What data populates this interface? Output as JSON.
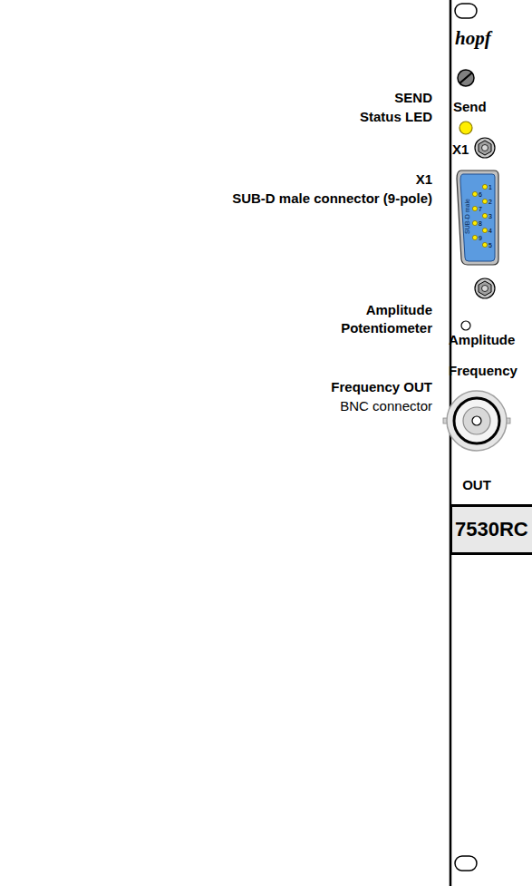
{
  "diagram": {
    "nodes": [
      {
        "text": [
          "7530RC"
        ]
      }
    ],
    "labels": [
      "SEND",
      "Status LED",
      "X1",
      "SUB-D male connector (9-pole)",
      "Amplitude",
      "Potentiometer",
      "Frequency OUT",
      "BNC connector",
      "hopf",
      "Send",
      "X1",
      "SUB-D male",
      "1",
      "2",
      "3",
      "4",
      "5",
      "6",
      "7",
      "8",
      "9",
      "Amplitude",
      "Frequency",
      "OUT"
    ]
  }
}
